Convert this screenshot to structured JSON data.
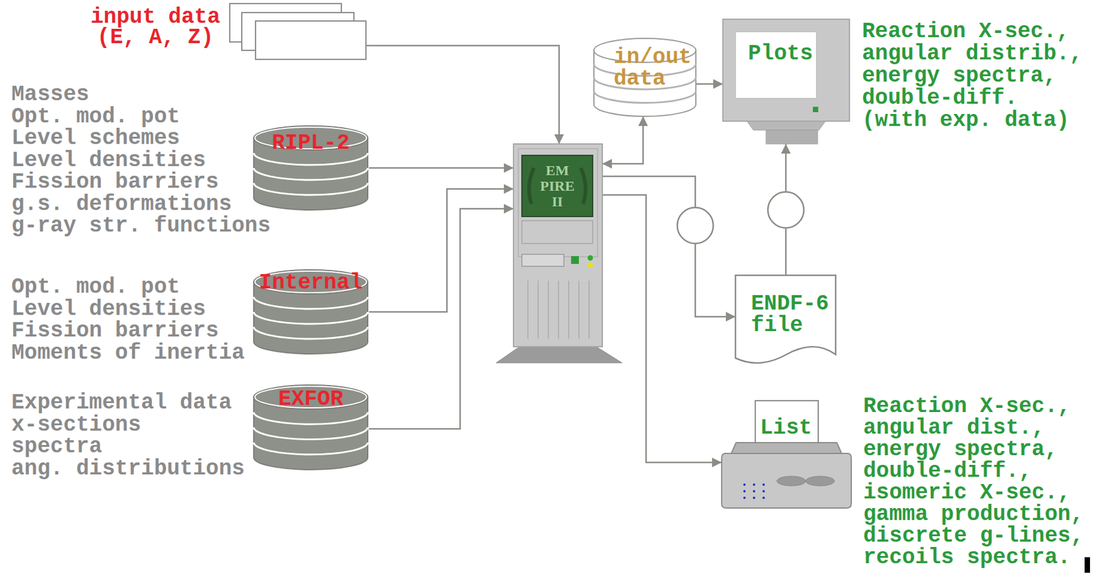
{
  "diagram": {
    "nodes": [
      {
        "text": [
          "input data (E, A, Z)"
        ]
      },
      {
        "text": [
          "RIPL-2",
          "Masses",
          "Opt. mod. pot",
          "Level schemes",
          "Level densities",
          "Fission barriers",
          "g.s. deformations",
          "g-ray str. functions"
        ]
      },
      {
        "text": [
          "Internal",
          "Opt. mod. pot",
          "Level densities",
          "Fission barriers",
          "Moments of inertia"
        ]
      },
      {
        "text": [
          "EXFOR",
          "Experimental data",
          "x-sections",
          "spectra",
          "ang. distributions"
        ]
      },
      {
        "text": [
          "EM PIRE II"
        ]
      },
      {
        "text": [
          "in/out data"
        ]
      },
      {
        "text": [
          "Plots",
          "Reaction X-sec.,",
          "angular distrib.,",
          "energy spectra,",
          "double-diff.",
          "(with exp. data)"
        ]
      },
      {
        "text": [
          "ENDF-6 file"
        ]
      },
      {
        "text": [
          "List",
          "Reaction X-sec.,",
          "angular dist.,",
          "energy spectra,",
          "double-diff.,",
          "isomeric X-sec.,",
          "gamma production,",
          "discrete g-lines,",
          "recoils spectra."
        ]
      }
    ],
    "edges": [
      {
        "from": 0,
        "to": 4,
        "arrow": "to"
      },
      {
        "from": 1,
        "to": 4,
        "arrow": "to"
      },
      {
        "from": 2,
        "to": 4,
        "arrow": "to"
      },
      {
        "from": 3,
        "to": 4,
        "arrow": "to"
      },
      {
        "from": 4,
        "to": 5,
        "arrow": "both"
      },
      {
        "from": 5,
        "to": 6,
        "arrow": "to"
      },
      {
        "from": 4,
        "to": 7,
        "arrow": "to"
      },
      {
        "from": 7,
        "to": 6,
        "arrow": "to"
      },
      {
        "from": 4,
        "to": 8,
        "arrow": "to"
      }
    ]
  }
}
